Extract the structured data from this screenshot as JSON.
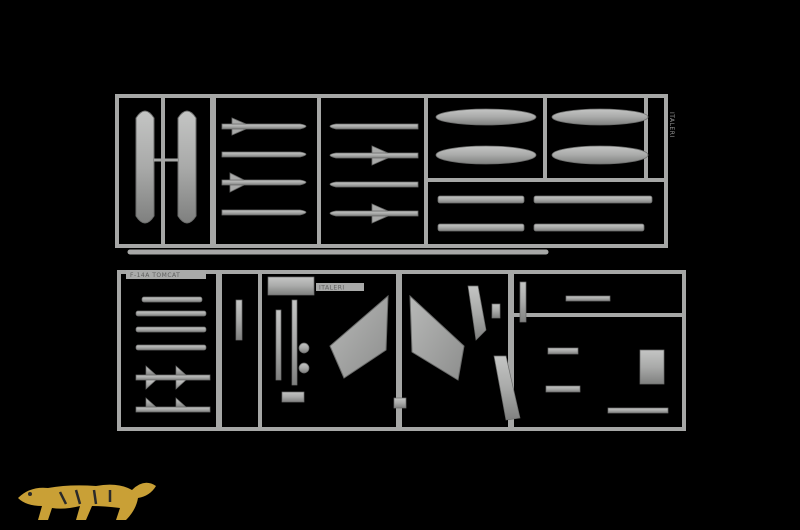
{
  "image": {
    "subject": "plastic model kit sprue",
    "background_color": "#000000",
    "plastic_color": "#a9aaa9",
    "shadow_color": "#6b6c6b"
  },
  "sprue_labels": {
    "top_side_label": "ITALERI",
    "lower_label_1": "F-14A TOMCAT",
    "lower_label_2": "ITALERI"
  },
  "logo": {
    "icon": "tiger-logo-icon",
    "colors": [
      "#c9a036",
      "#2a2a2a"
    ]
  }
}
